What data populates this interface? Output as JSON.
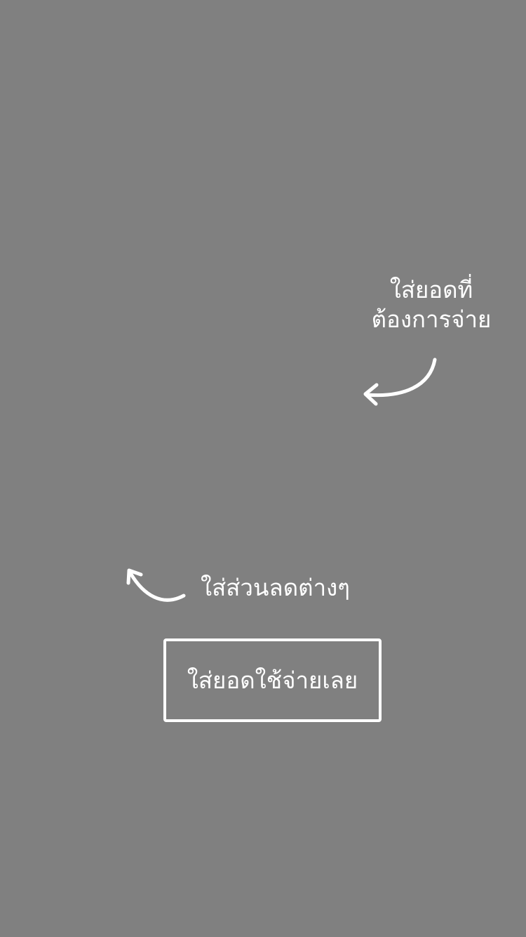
{
  "overlay": {
    "amount_hint": {
      "line1": "ใส่ยอดที่",
      "line2": "ต้องการจ่าย",
      "arrow_icon": "curved-arrow-left-icon"
    },
    "discount_hint": {
      "text": "ใส่ส่วนลดต่างๆ",
      "arrow_icon": "curved-arrow-up-left-icon"
    },
    "cta": {
      "label": "ใส่ยอดใช้จ่ายเลย"
    },
    "colors": {
      "background": "#808080",
      "foreground": "#ffffff"
    }
  }
}
